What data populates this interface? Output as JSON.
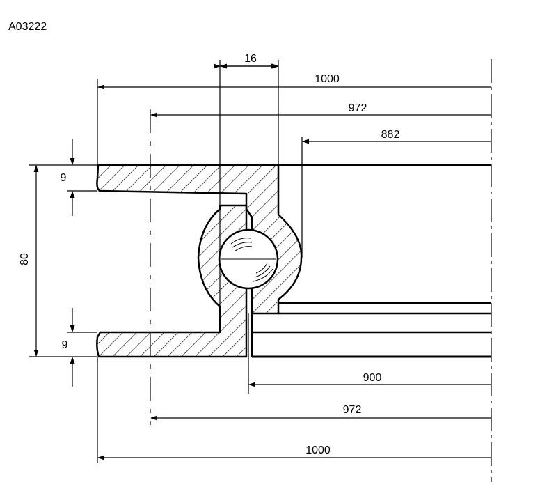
{
  "drawing_code": "A03222",
  "dimensions": {
    "ball_width": "16",
    "outer_diameter_top": "1000",
    "pitch_diameter_top": "972",
    "inner_diameter_top": "882",
    "flange_thickness_top": "9",
    "total_height": "80",
    "flange_thickness_bottom": "9",
    "inner_diameter_bottom": "900",
    "pitch_diameter_bottom": "972",
    "outer_diameter_bottom": "1000"
  },
  "colors": {
    "line": "#000000",
    "background": "#ffffff"
  }
}
